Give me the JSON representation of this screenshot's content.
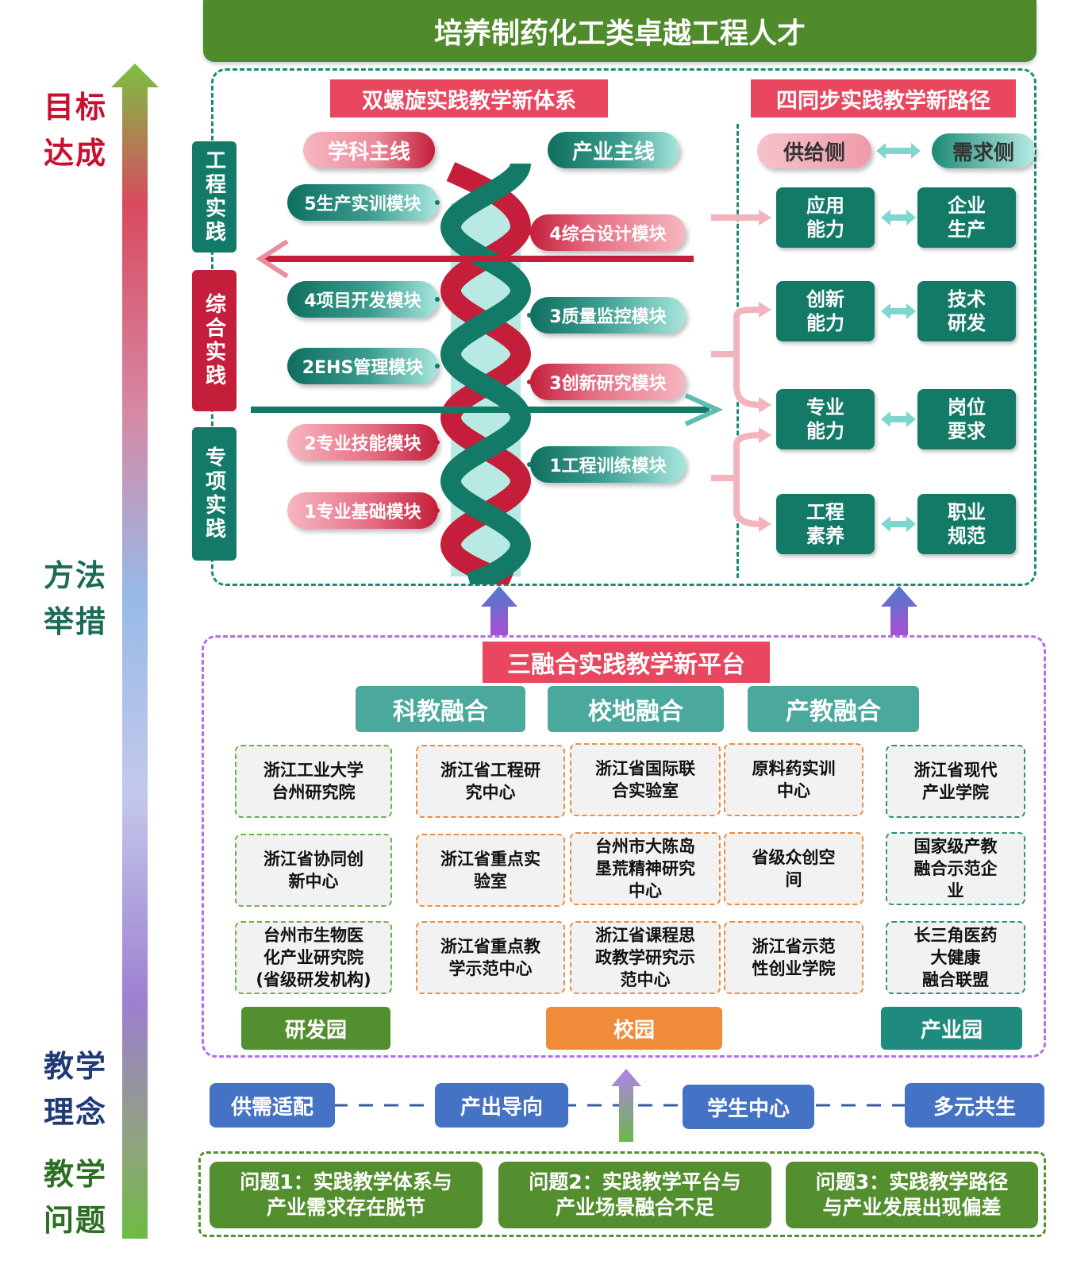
{
  "title": "培养制药化工类卓越工程人才",
  "side_labels": {
    "goal": "目标\n达成",
    "method": "方法\n举措",
    "concept": "教学\n理念",
    "problem": "教学\n问题"
  },
  "colors": {
    "title_green": "#4f8a2b",
    "teal": "#137a68",
    "pink_red": "#e8475f",
    "crimson": "#c41e3a",
    "orange": "#f08b3a",
    "blue": "#4472c4",
    "purple": "#b56cf0"
  },
  "helix_system": {
    "header": "双螺旋实践教学新体系",
    "discipline_line": "学科主线",
    "industry_line": "产业主线",
    "practice_tabs": [
      "工程实践",
      "综合实践",
      "专项实践"
    ],
    "left_modules": [
      "5生产实训模块",
      "4项目开发模块",
      "2EHS管理模块",
      "2专业技能模块",
      "1专业基础模块"
    ],
    "right_modules": [
      "4综合设计模块",
      "3质量监控模块",
      "3创新研究模块",
      "1工程训练模块"
    ]
  },
  "sync_path": {
    "header": "四同步实践教学新路径",
    "supply": "供给侧",
    "demand": "需求侧",
    "pairs": [
      {
        "supply": "应用\n能力",
        "demand": "企业\n生产"
      },
      {
        "supply": "创新\n能力",
        "demand": "技术\n研发"
      },
      {
        "supply": "专业\n能力",
        "demand": "岗位\n要求"
      },
      {
        "supply": "工程\n素养",
        "demand": "职业\n规范"
      }
    ]
  },
  "platform": {
    "header": "三融合实践教学新平台",
    "fusions": [
      "科教融合",
      "校地融合",
      "产教融合"
    ],
    "columns": [
      {
        "items": [
          "浙江工业大学\n台州研究院",
          "浙江省协同创\n新中心",
          "台州市生物医\n化产业研究院\n(省级研发机构)"
        ]
      },
      {
        "items": [
          "浙江省工程研\n究中心",
          "浙江省重点实\n验室",
          "浙江省重点教\n学示范中心"
        ]
      },
      {
        "items": [
          "浙江省国际联\n合实验室",
          "台州市大陈岛\n垦荒精神研究\n中心",
          "浙江省课程思\n政教学研究示\n范中心"
        ]
      },
      {
        "items": [
          "原料药实训\n中心",
          "省级众创空\n间",
          "浙江省示范\n性创业学院"
        ]
      },
      {
        "items": [
          "浙江省现代\n产业学院",
          "国家级产教\n融合示范企\n业",
          "长三角医药\n大健康\n融合联盟"
        ]
      }
    ],
    "parks": [
      "研发园",
      "校园",
      "产业园"
    ]
  },
  "concepts": [
    "供需适配",
    "产出导向",
    "学生中心",
    "多元共生"
  ],
  "problems": [
    "问题1：实践教学体系与\n产业需求存在脱节",
    "问题2：实践教学平台与\n产业场景融合不足",
    "问题3：实践教学路径\n与产业发展出现偏差"
  ]
}
